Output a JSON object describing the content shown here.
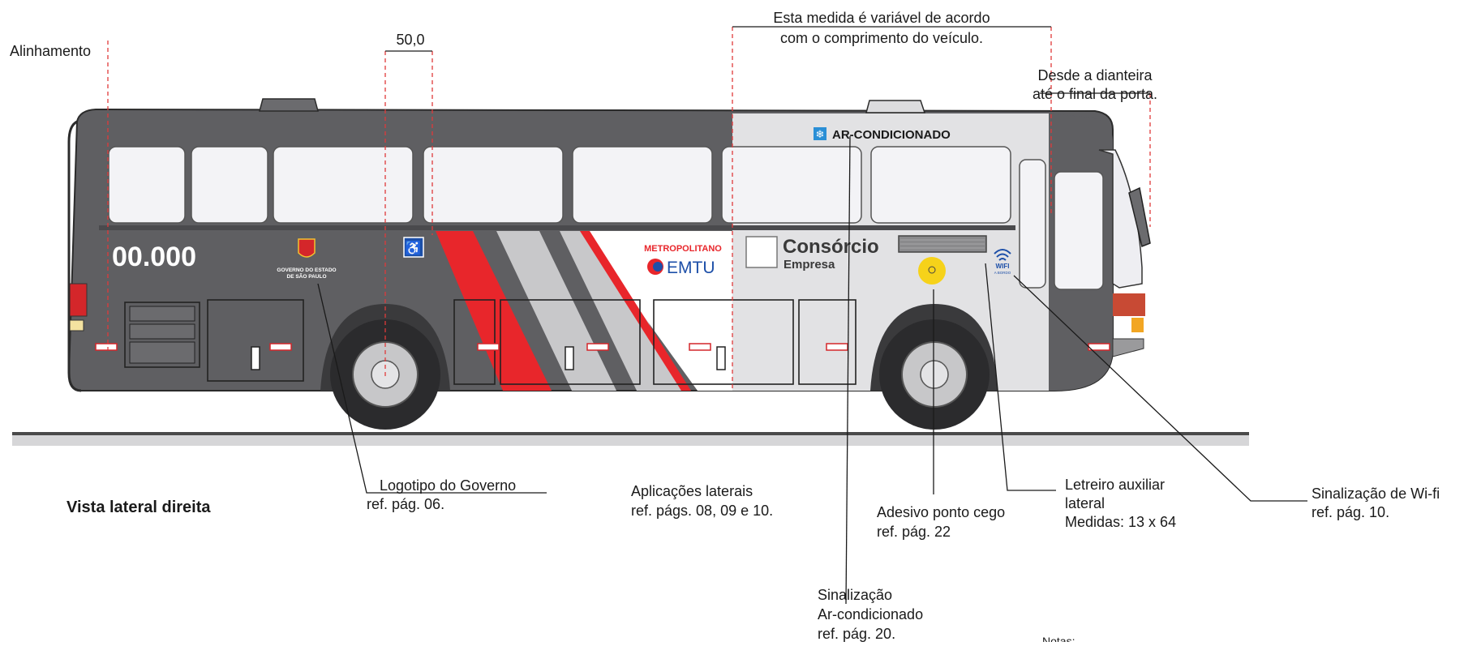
{
  "dimensions": {
    "alinhamento": "Alinhamento",
    "spacing_value": "50,0",
    "variable_note_line1": "Esta medida é variável de acordo",
    "variable_note_line2": "com o comprimento do veículo.",
    "front_note_line1": "Desde a dianteira",
    "front_note_line2": "até o final da porta."
  },
  "bus": {
    "fleet_number": "00.000",
    "gov_logo_line1": "GOVERNO DO ESTADO",
    "gov_logo_line2": "DE SÃO PAULO",
    "metro_label": "METROPOLITANO",
    "emtu_label": "EMTU",
    "consorcio_label": "Consórcio",
    "empresa_label": "Empresa",
    "ac_label": "AR-CONDICIONADO",
    "wifi_label": "WIFI",
    "wifi_sub": "A BORDO",
    "colors": {
      "body_dark": "#5f5f62",
      "body_light": "#e2e2e4",
      "accent_red": "#e8262b",
      "stripe_gray": "#c8c8ca",
      "ac_blue": "#2a8fd6",
      "sticker_yellow": "#f6d21a"
    }
  },
  "callouts": {
    "title": "Vista lateral direita",
    "logotipo_line1": "Logotipo do Governo",
    "logotipo_line2": "ref. pág. 06.",
    "aplicacoes_line1": "Aplicações laterais",
    "aplicacoes_line2": "ref. págs. 08, 09 e 10.",
    "adesivo_line1": "Adesivo ponto cego",
    "adesivo_line2": "ref. pág. 22",
    "letreiro_line1": "Letreiro auxiliar",
    "letreiro_line2": "lateral",
    "letreiro_line3": "Medidas: 13 x 64",
    "wifi_line1": "Sinalização de Wi-fi",
    "wifi_line2": "ref. pág. 10.",
    "ac_line1": "Sinalização",
    "ac_line2": "Ar-condicionado",
    "ac_line3": "ref. pág. 20.",
    "notas": "Notas:"
  }
}
